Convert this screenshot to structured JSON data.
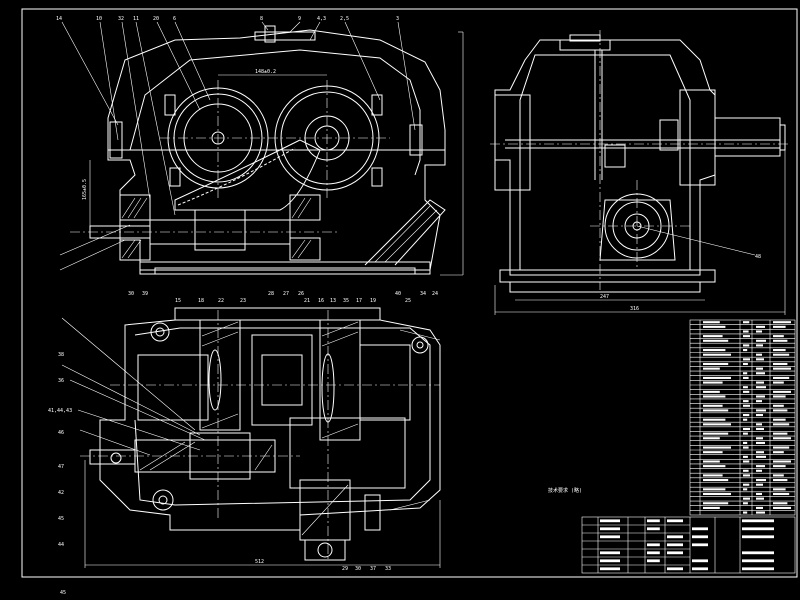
{
  "drawing": {
    "background": "#000000",
    "line_color": "#ffffff",
    "label_color": "#ffffff",
    "title_block_color": "#ffffff"
  },
  "views": {
    "front": {
      "top_callouts": [
        "14",
        "10",
        "32",
        "11",
        "20",
        "6",
        "8",
        "9",
        "4,3",
        "2,5",
        "3"
      ],
      "bottom_callouts": [
        "30",
        "39",
        "28",
        "27",
        "26",
        "40",
        "34",
        "24"
      ],
      "dimension_top": "148±0.2",
      "dimension_vertical": "165±0.5"
    },
    "side": {
      "callout": "48",
      "dimension_inner": "247",
      "dimension_outer": "316"
    },
    "plan": {
      "top_callouts": [
        "15",
        "18",
        "22",
        "23",
        "21",
        "16",
        "13",
        "35",
        "17",
        "19",
        "25"
      ],
      "left_callouts": [
        "38",
        "36",
        "41,44,43",
        "46",
        "47",
        "42",
        "45",
        "44"
      ],
      "bottom_callouts": [
        "29",
        "30",
        "37",
        "33"
      ],
      "dimension_bottom": "512"
    }
  },
  "notes": {
    "center_note": "技术要求 (略)",
    "corner_label": "45"
  },
  "parts_list_rows": 42,
  "title_block_rows": 7
}
